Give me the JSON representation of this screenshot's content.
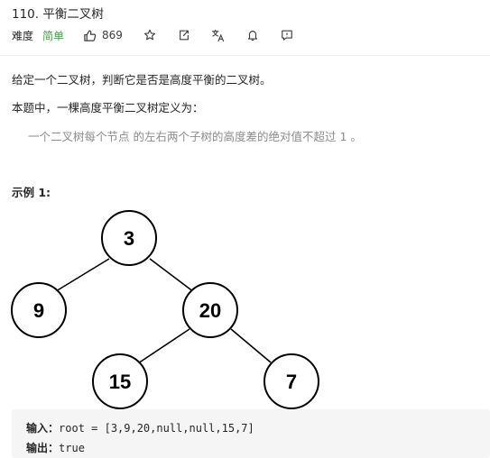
{
  "problem": {
    "title": "110. 平衡二叉树",
    "difficulty_label": "难度",
    "difficulty": "简单",
    "likes": "869",
    "colors": {
      "difficulty": "#43a047",
      "divider": "#eeeeee",
      "code_bg": "#f5f5f5"
    }
  },
  "toolbar": {
    "icons": [
      "thumbs-up-icon",
      "star-icon",
      "share-icon",
      "translate-icon",
      "bell-icon",
      "comment-icon"
    ]
  },
  "description": {
    "p1": "给定一个二叉树，判断它是否是高度平衡的二叉树。",
    "p2": "本题中，一棵高度平衡二叉树定义为：",
    "quote": "一个二叉树每个节点 的左右两个子树的高度差的绝对值不超过 1 。"
  },
  "example": {
    "title": "示例 1:",
    "tree": {
      "nodes": [
        "3",
        "9",
        "20",
        "15",
        "7"
      ]
    },
    "input_label": "输入：",
    "input_value": "root = [3,9,20,null,null,15,7]",
    "output_label": "输出：",
    "output_value": "true"
  }
}
